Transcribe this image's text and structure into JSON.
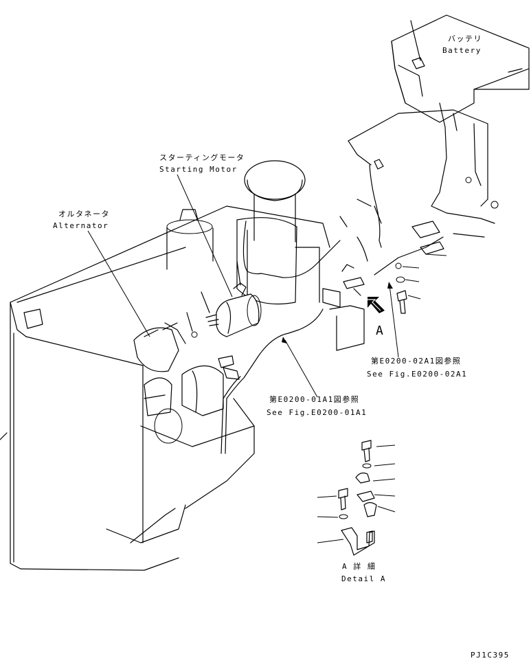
{
  "labels": {
    "battery_jp": "バッテリ",
    "battery_en": "Battery",
    "starting_motor_jp": "スターティングモータ",
    "starting_motor_en": "Starting Motor",
    "alternator_jp": "オルタネータ",
    "alternator_en": "Alternator",
    "ref1_jp": "第E0200-02A1図参照",
    "ref1_en": "See Fig.E0200-02A1",
    "ref2_jp": "第E0200-01A1図参照",
    "ref2_en": "See Fig.E0200-01A1",
    "view_marker": "A",
    "detail_jp": "A 詳 細",
    "detail_en": "Detail A",
    "drawing_code": "PJ1C395"
  }
}
